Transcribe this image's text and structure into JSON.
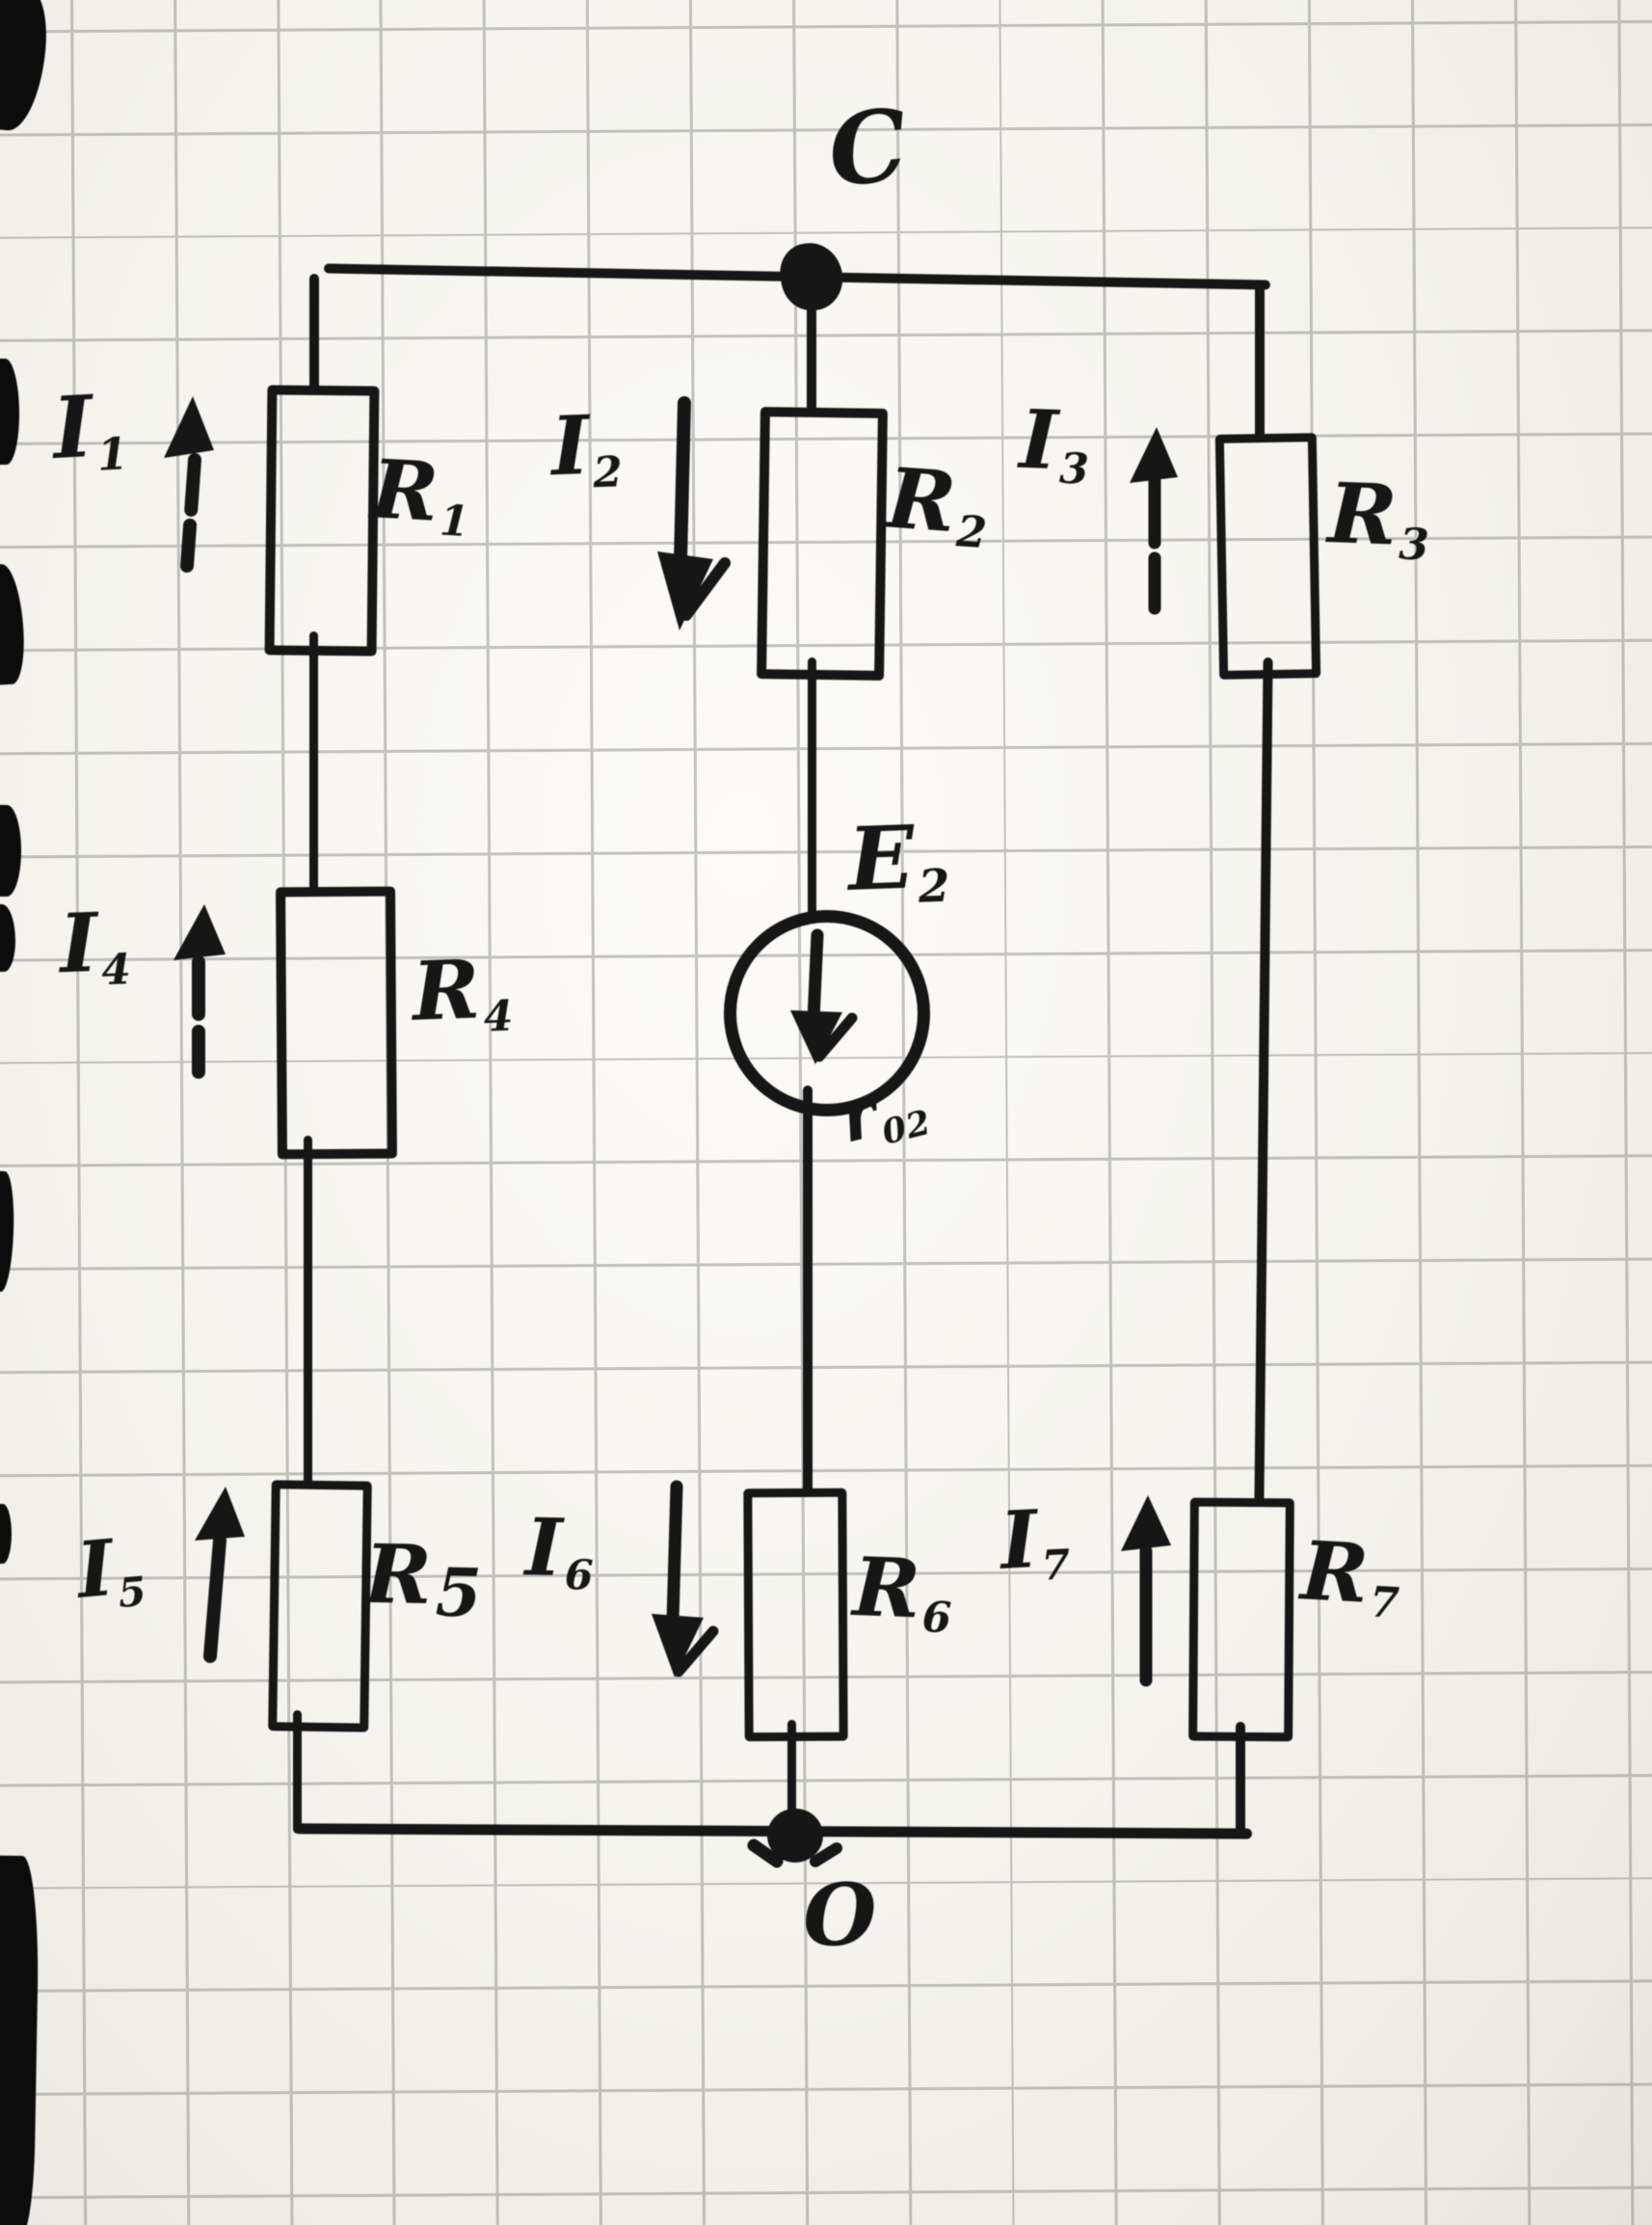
{
  "title": "Hand-drawn circuit diagram on squared graph paper",
  "nodes": {
    "top_label": "C",
    "bottom_label": "O"
  },
  "resistors": [
    {
      "id": "R1",
      "base": "R",
      "sub": "1",
      "branch": "left",
      "position": "top"
    },
    {
      "id": "R2",
      "base": "R",
      "sub": "2",
      "branch": "middle",
      "position": "top"
    },
    {
      "id": "R3",
      "base": "R",
      "sub": "3",
      "branch": "right",
      "position": "top"
    },
    {
      "id": "R4",
      "base": "R",
      "sub": "4",
      "branch": "left",
      "position": "middle"
    },
    {
      "id": "R5",
      "base": "R",
      "sub": "5",
      "branch": "left",
      "position": "bottom"
    },
    {
      "id": "R6",
      "base": "R",
      "sub": "6",
      "branch": "middle",
      "position": "bottom"
    },
    {
      "id": "R7",
      "base": "R",
      "sub": "7",
      "branch": "right",
      "position": "bottom"
    }
  ],
  "currents": [
    {
      "id": "I1",
      "base": "I",
      "sub": "1",
      "direction": "up"
    },
    {
      "id": "I2",
      "base": "I",
      "sub": "2",
      "direction": "down"
    },
    {
      "id": "I3",
      "base": "I",
      "sub": "3",
      "direction": "up"
    },
    {
      "id": "I4",
      "base": "I",
      "sub": "4",
      "direction": "up"
    },
    {
      "id": "I5",
      "base": "I",
      "sub": "5",
      "direction": "up"
    },
    {
      "id": "I6",
      "base": "I",
      "sub": "6",
      "direction": "down"
    },
    {
      "id": "I7",
      "base": "I",
      "sub": "7",
      "direction": "up"
    }
  ],
  "source": {
    "emf_base": "E",
    "emf_sub": "2",
    "internal_resistance_base": "r",
    "internal_resistance_sub": "02",
    "arrow_direction": "down"
  },
  "colors": {
    "ink": "#161616",
    "paper": "#f6f5f1",
    "grid_line": "#8f8f8f"
  }
}
